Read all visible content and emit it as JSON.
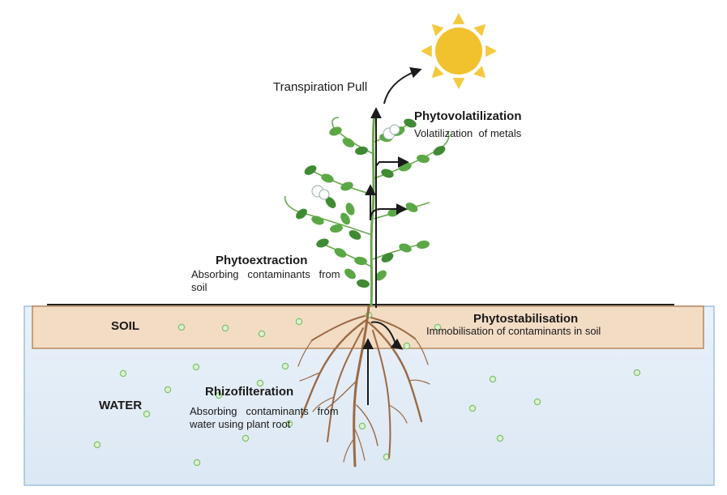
{
  "labels": {
    "transpiration": "Transpiration Pull",
    "phytovolatilization_title": "Phytovolatilization",
    "phytovolatilization_desc": "Volatilization  of metals",
    "phytoextraction_title": "Phytoextraction",
    "phytoextraction_desc_1": "Absorbing   contaminants   from",
    "phytoextraction_desc_2": "soil",
    "phytostabilisation_title": "Phytostabilisation",
    "phytostabilisation_desc": "Immobilisation of contaminants in soil",
    "rhizofilteration_title": "Rhizofilteration",
    "rhizofilteration_desc_1": "Absorbing   contaminants   from",
    "rhizofilteration_desc_2": "water using plant root",
    "soil": "SOIL",
    "water": "WATER"
  },
  "colors": {
    "sun": "#f2c12e",
    "sun_ray": "#f5c93e",
    "soil_fill": "#f3dcc4",
    "soil_border": "#b8895f",
    "water_top": "#e9f1f9",
    "water_bottom": "#dce8f4",
    "water_border": "#9fc0de",
    "leaf": "#5aa845",
    "leaf_dark": "#3f8a33",
    "stem": "#6aa84f",
    "root": "#9a6a44",
    "particle_fill": "#dff0d3",
    "particle_stroke": "#7cc26a",
    "arrow": "#1a1a1a"
  },
  "icons": {
    "sun": "sun-icon",
    "plant": "plant-icon",
    "roots": "roots-icon",
    "flower": "flower-icon"
  }
}
